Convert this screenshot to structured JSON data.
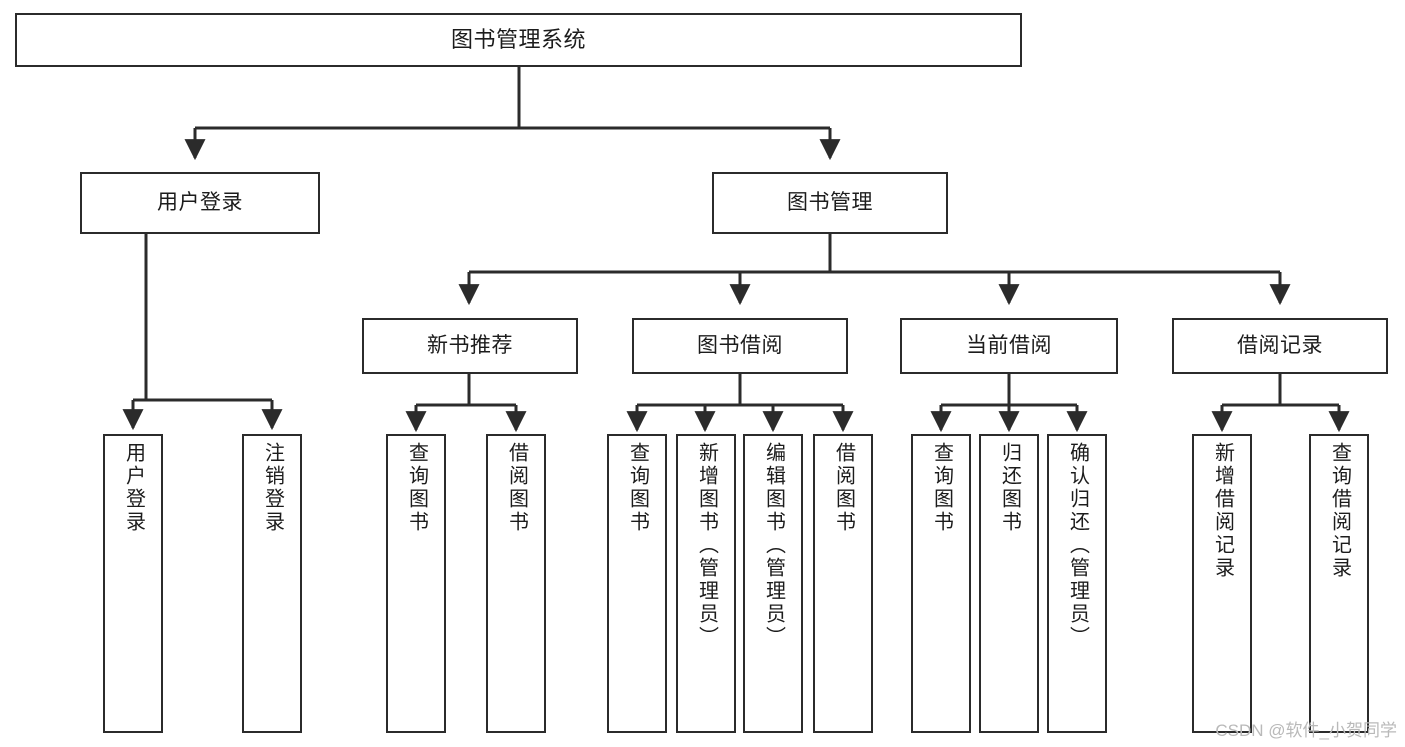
{
  "diagram": {
    "type": "tree",
    "title": "图书管理系统",
    "orientation": "top-down",
    "colors": {
      "node_border": "#2b2b2b",
      "node_fill": "#ffffff",
      "edge": "#2b2b2b",
      "text": "#1c1c1c",
      "watermark": "#b9b9b9",
      "background": "#ffffff"
    },
    "watermark": "CSDN @软件_小贺同学",
    "nodes": {
      "root": {
        "label": "图书管理系统"
      },
      "level2": [
        {
          "label": "用户登录"
        },
        {
          "label": "图书管理"
        }
      ],
      "level3": [
        {
          "label": "新书推荐"
        },
        {
          "label": "图书借阅"
        },
        {
          "label": "当前借阅"
        },
        {
          "label": "借阅记录"
        }
      ],
      "leaves": {
        "user_login": [
          {
            "label": "用户登录"
          },
          {
            "label": "注销登录"
          }
        ],
        "new_book_recommend": [
          {
            "label": "查询图书"
          },
          {
            "label": "借阅图书"
          }
        ],
        "book_borrow": [
          {
            "label": "查询图书"
          },
          {
            "label": "新增图书（管理员）"
          },
          {
            "label": "编辑图书（管理员）"
          },
          {
            "label": "借阅图书"
          }
        ],
        "current_borrow": [
          {
            "label": "查询图书"
          },
          {
            "label": "归还图书"
          },
          {
            "label": "确认归还（管理员）"
          }
        ],
        "borrow_record": [
          {
            "label": "新增借阅记录"
          },
          {
            "label": "查询借阅记录"
          }
        ]
      }
    }
  }
}
